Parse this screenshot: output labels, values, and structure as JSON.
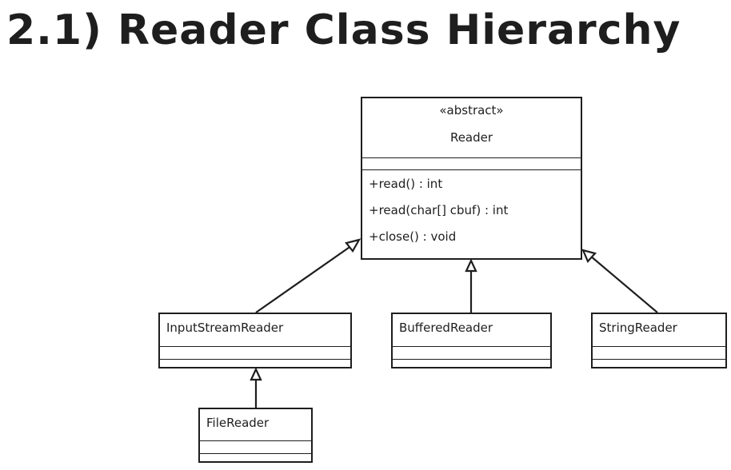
{
  "title": "2.1) Reader Class Hierarchy",
  "reader": {
    "stereotype": "«abstract»",
    "name": "Reader",
    "methods": [
      "+read() : int",
      "+read(char[] cbuf) : int",
      "+close() : void"
    ]
  },
  "subclasses": {
    "input_stream_reader": "InputStreamReader",
    "buffered_reader": "BufferedReader",
    "string_reader": "StringReader",
    "file_reader": "FileReader"
  }
}
